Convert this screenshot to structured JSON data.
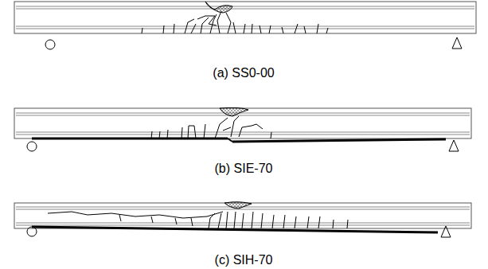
{
  "diagram": {
    "labels": [
      "(a) SS0-00",
      "(b) SIE-70",
      "(c) SIH-70"
    ]
  }
}
